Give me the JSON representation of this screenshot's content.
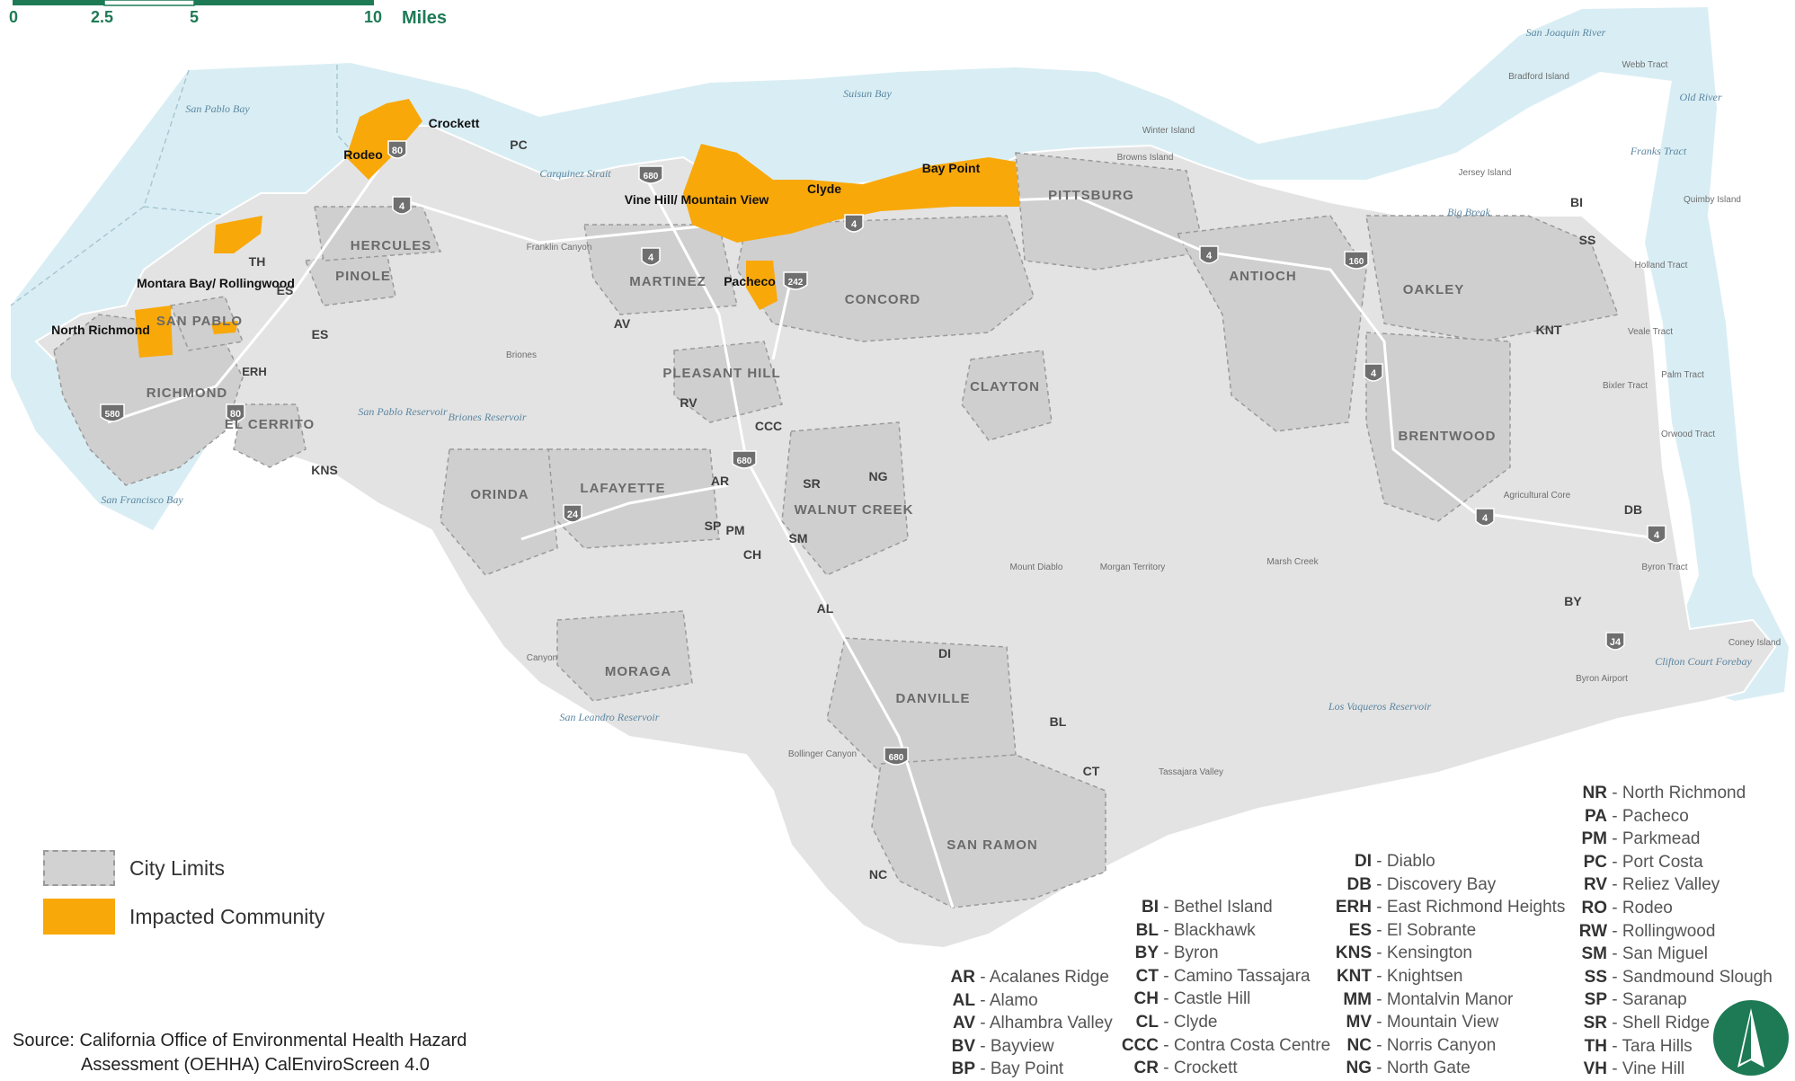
{
  "colors": {
    "water": "#d9eef4",
    "county": "#e3e3e3",
    "city": "#cfcfcf",
    "impacted": "#f9a80a",
    "accent": "#1e7a55",
    "highway_shield": "#6f6f6f"
  },
  "scale_bar": {
    "ticks": [
      "0",
      "2.5",
      "5",
      "10"
    ],
    "units": "Miles"
  },
  "water_labels": [
    "San Pablo Bay",
    "Suisun Bay",
    "San Joaquin River",
    "Carquinez Strait",
    "Franks Tract",
    "Big Break",
    "Old River",
    "San Pablo Reservoir",
    "Briones Reservoir",
    "San Francisco Bay",
    "Los Vaqueros Reservoir",
    "Clifton Court Forebay",
    "San Leandro Reservoir"
  ],
  "place_labels": [
    "Bradford Island",
    "Webb Tract",
    "Jersey Island",
    "Quimby Island",
    "Holland Tract",
    "Winter Island",
    "Browns Island",
    "Franklin Canyon",
    "Briones",
    "Veale Tract",
    "Palm Tract",
    "Orwood Tract",
    "Bixler Tract",
    "Agricultural Core",
    "Byron Tract",
    "Mount Diablo",
    "Morgan Territory",
    "Marsh Creek",
    "Canyon",
    "Bollinger Canyon",
    "Tassajara Valley",
    "Byron Airport",
    "Coney Island"
  ],
  "cities": [
    "PITTSBURG",
    "HERCULES",
    "PINOLE",
    "MARTINEZ",
    "CONCORD",
    "ANTIOCH",
    "OAKLEY",
    "SAN PABLO",
    "RICHMOND",
    "EL CERRITO",
    "PLEASANT HILL",
    "CLAYTON",
    "BRENTWOOD",
    "ORINDA",
    "LAFAYETTE",
    "WALNUT CREEK",
    "MORAGA",
    "DANVILLE",
    "SAN RAMON"
  ],
  "impacted_communities": [
    "Crockett",
    "Rodeo",
    "Vine Hill/ Mountain View",
    "Clyde",
    "Bay Point",
    "Pacheco",
    "Montara Bay/ Rollingwood",
    "North Richmond"
  ],
  "map_codes": [
    "PC",
    "TH",
    "ES",
    "AV",
    "RV",
    "CCC",
    "AR",
    "SR",
    "NG",
    "SP",
    "PM",
    "SM",
    "CH",
    "AL",
    "DI",
    "BL",
    "CT",
    "NC",
    "BI",
    "SS",
    "KNT",
    "DB",
    "BY",
    "KNS",
    "ERH"
  ],
  "highways": [
    "80",
    "4",
    "680",
    "242",
    "160",
    "580",
    "24",
    "J4"
  ],
  "legend": {
    "city_limits": "City Limits",
    "impacted_community": "Impacted Community"
  },
  "abbreviations": [
    [
      {
        "code": "AR",
        "name": "Acalanes Ridge"
      },
      {
        "code": "AL",
        "name": "Alamo"
      },
      {
        "code": "AV",
        "name": "Alhambra Valley"
      },
      {
        "code": "BV",
        "name": "Bayview"
      },
      {
        "code": "BP",
        "name": "Bay Point"
      }
    ],
    [
      {
        "code": "BI",
        "name": "Bethel Island"
      },
      {
        "code": "BL",
        "name": "Blackhawk"
      },
      {
        "code": "BY",
        "name": "Byron"
      },
      {
        "code": "CT",
        "name": "Camino Tassajara"
      },
      {
        "code": "CH",
        "name": "Castle Hill"
      },
      {
        "code": "CL",
        "name": "Clyde"
      },
      {
        "code": "CCC",
        "name": "Contra Costa Centre"
      },
      {
        "code": "CR",
        "name": "Crockett"
      }
    ],
    [
      {
        "code": "DI",
        "name": "Diablo"
      },
      {
        "code": "DB",
        "name": "Discovery Bay"
      },
      {
        "code": "ERH",
        "name": "East Richmond Heights"
      },
      {
        "code": "ES",
        "name": "El Sobrante"
      },
      {
        "code": "KNS",
        "name": "Kensington"
      },
      {
        "code": "KNT",
        "name": "Knightsen"
      },
      {
        "code": "MM",
        "name": "Montalvin Manor"
      },
      {
        "code": "MV",
        "name": "Mountain View"
      },
      {
        "code": "NC",
        "name": "Norris Canyon"
      },
      {
        "code": "NG",
        "name": "North Gate"
      }
    ],
    [
      {
        "code": "NR",
        "name": "North Richmond"
      },
      {
        "code": "PA",
        "name": "Pacheco"
      },
      {
        "code": "PM",
        "name": "Parkmead"
      },
      {
        "code": "PC",
        "name": "Port Costa"
      },
      {
        "code": "RV",
        "name": "Reliez Valley"
      },
      {
        "code": "RO",
        "name": "Rodeo"
      },
      {
        "code": "RW",
        "name": "Rollingwood"
      },
      {
        "code": "SM",
        "name": "San Miguel"
      },
      {
        "code": "SS",
        "name": "Sandmound Slough"
      },
      {
        "code": "SP",
        "name": "Saranap"
      },
      {
        "code": "SR",
        "name": "Shell Ridge"
      },
      {
        "code": "TH",
        "name": "Tara Hills"
      },
      {
        "code": "VH",
        "name": "Vine Hill"
      }
    ]
  ],
  "source": {
    "line1": "Source: California Office of Environmental Health Hazard",
    "line2": "Assessment (OEHHA) CalEnviroScreen 4.0"
  }
}
